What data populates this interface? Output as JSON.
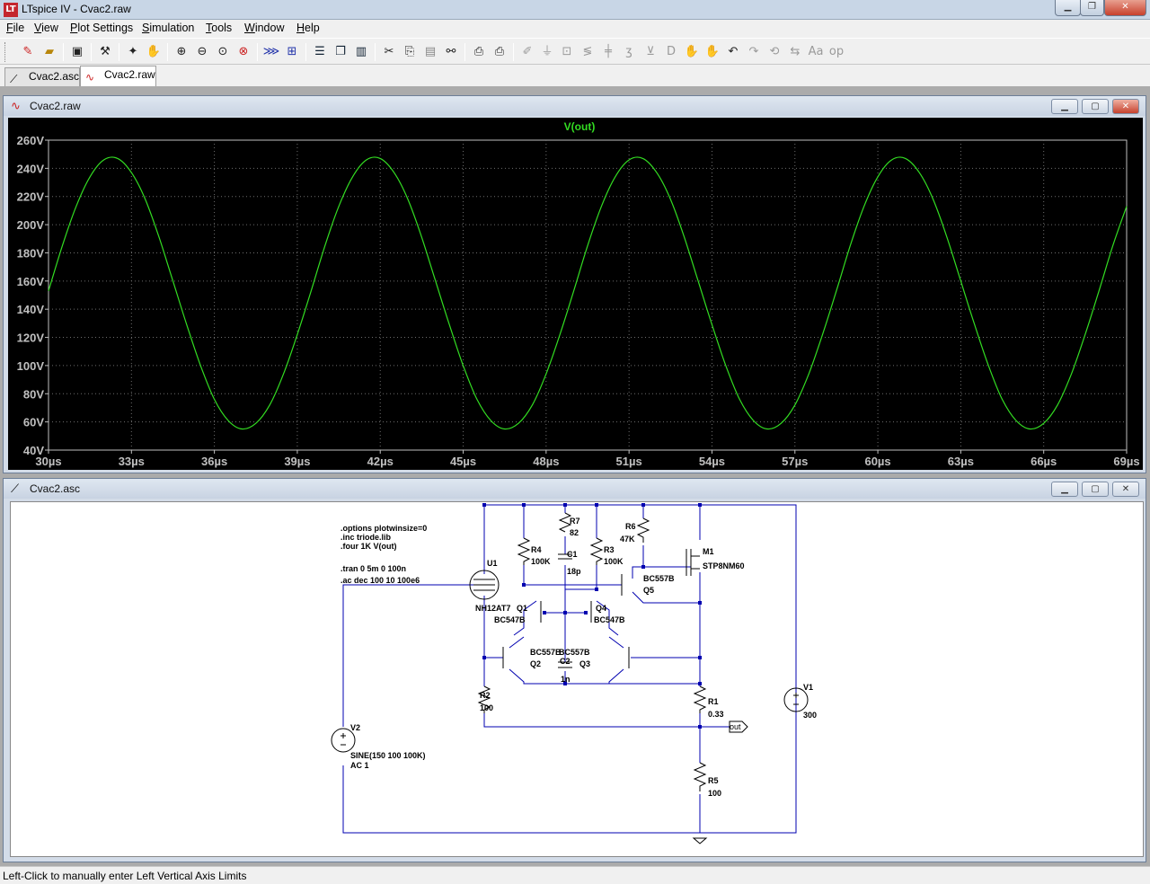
{
  "window": {
    "title": "LTspice IV - Cvac2.raw"
  },
  "menu": [
    "File",
    "View",
    "Plot Settings",
    "Simulation",
    "Tools",
    "Window",
    "Help"
  ],
  "toolbar": {
    "buttons": [
      "new-schematic-icon",
      "open-icon",
      "save-icon",
      "control-panel-icon",
      "run-icon",
      "halt-icon",
      "zoom-in-icon",
      "zoom-out-icon",
      "zoom-fit-icon",
      "zoom-cancel-icon",
      "autorange-icon",
      "plot-settings-icon",
      "tile-horizontal-icon",
      "cascade-icon",
      "tile-vertical-icon",
      "cut-icon",
      "copy-icon",
      "paste-icon",
      "find-icon",
      "print-preview-icon",
      "print-icon",
      "wire-icon",
      "ground-icon",
      "label-icon",
      "resistor-icon",
      "capacitor-icon",
      "inductor-icon",
      "diode-icon",
      "component-icon",
      "move-icon",
      "drag-icon",
      "undo-icon",
      "redo-icon",
      "rotate-icon",
      "mirror-icon",
      "text-icon",
      "spice-directive-icon"
    ]
  },
  "tabs": [
    {
      "label": "Cvac2.asc",
      "icon": "schematic-icon"
    },
    {
      "label": "Cvac2.raw",
      "icon": "waveform-icon"
    }
  ],
  "plot_window": {
    "title": "Cvac2.raw",
    "trace_label": "V(out)",
    "trace_color": "#33dd22",
    "colors": {
      "background": "#000000",
      "grid": "#6e6e6e",
      "axis_text": "#c0c0c0"
    }
  },
  "chart_data": {
    "type": "line",
    "title": "V(out)",
    "xlabel": "",
    "ylabel": "",
    "x_ticks": [
      "30µs",
      "33µs",
      "36µs",
      "39µs",
      "42µs",
      "45µs",
      "48µs",
      "51µs",
      "54µs",
      "57µs",
      "60µs",
      "63µs",
      "66µs",
      "69µs"
    ],
    "y_ticks": [
      "260V",
      "240V",
      "220V",
      "200V",
      "180V",
      "160V",
      "140V",
      "120V",
      "100V",
      "80V",
      "60V",
      "40V"
    ],
    "xlim": [
      30,
      69
    ],
    "ylim": [
      40,
      260
    ],
    "x_unit": "µs",
    "y_unit": "V",
    "grid": true,
    "series": [
      {
        "name": "V(out)",
        "color": "#33dd22",
        "x": [
          30.0,
          30.5,
          31.0,
          31.5,
          32.0,
          32.5,
          33.0,
          33.5,
          34.0,
          34.5,
          35.0,
          35.5,
          36.0,
          36.5,
          37.0,
          37.5,
          38.0,
          38.5,
          39.0,
          39.5,
          40.0,
          40.5,
          41.0,
          41.5,
          42.0,
          42.5,
          43.0,
          43.5,
          44.0,
          44.5,
          45.0,
          45.5,
          46.0,
          46.5,
          47.0,
          47.5,
          48.0,
          48.5,
          49.0,
          49.5,
          50.0,
          50.5,
          51.0,
          51.5,
          52.0,
          52.5,
          53.0,
          53.5,
          54.0,
          54.5,
          55.0,
          55.5,
          56.0,
          56.5,
          57.0,
          57.5,
          58.0,
          58.5,
          59.0,
          59.5,
          60.0,
          60.5,
          61.0,
          61.5,
          62.0,
          62.5,
          63.0,
          63.5,
          64.0,
          64.5,
          65.0,
          65.5,
          66.0,
          66.5,
          67.0,
          67.5,
          68.0,
          68.5,
          69.0
        ],
        "y": [
          153,
          185,
          213,
          234,
          246,
          247,
          237,
          218,
          191,
          160,
          129,
          100,
          76,
          61,
          55,
          59,
          72,
          94,
          122,
          153,
          185,
          213,
          234,
          246,
          247,
          237,
          218,
          191,
          160,
          129,
          100,
          76,
          61,
          55,
          59,
          72,
          94,
          122,
          153,
          185,
          213,
          234,
          246,
          247,
          237,
          218,
          191,
          160,
          129,
          100,
          76,
          61,
          55,
          59,
          72,
          94,
          122,
          153,
          185,
          213,
          234,
          246,
          247,
          237,
          218,
          191,
          160,
          129,
          100,
          76,
          61,
          55,
          59,
          72,
          94,
          122,
          153,
          185,
          213
        ]
      }
    ]
  },
  "schematic_window": {
    "title": "Cvac2.asc",
    "colors": {
      "wire": "#0000b0",
      "background": "#ffffff",
      "text": "#000000"
    },
    "directives": [
      ".options plotwinsize=0",
      ".inc triode.lib",
      ".four 1K V(out)",
      ".tran 0 5m 0 100n",
      ".ac dec 100 10 100e6"
    ],
    "components": {
      "U1": {
        "ref": "U1",
        "value": "NH12AT7"
      },
      "Q1": {
        "ref": "Q1",
        "value": "BC547B"
      },
      "Q2": {
        "ref": "Q2",
        "value": "BC557B"
      },
      "Q3": {
        "ref": "Q3",
        "value": "BC557B"
      },
      "Q4": {
        "ref": "Q4",
        "value": "BC547B"
      },
      "Q5": {
        "ref": "Q5",
        "value": "BC557B"
      },
      "M1": {
        "ref": "M1",
        "value": "STP8NM60"
      },
      "R1": {
        "ref": "R1",
        "value": "0.33"
      },
      "R2": {
        "ref": "R2",
        "value": "100"
      },
      "R3": {
        "ref": "R3",
        "value": "100K"
      },
      "R4": {
        "ref": "R4",
        "value": "100K"
      },
      "R5": {
        "ref": "R5",
        "value": "100"
      },
      "R6": {
        "ref": "R6",
        "value": "47K"
      },
      "R7": {
        "ref": "R7",
        "value": "82"
      },
      "C1": {
        "ref": "C1",
        "value": "18p"
      },
      "C2": {
        "ref": "C2",
        "value": "1n"
      },
      "V1": {
        "ref": "V1",
        "value": "300"
      },
      "V2": {
        "ref": "V2",
        "value": "SINE(150 100 100K)",
        "value2": "AC 1"
      }
    },
    "net_label": "out"
  },
  "status": {
    "text": "Left-Click to manually enter Left Vertical Axis Limits"
  }
}
